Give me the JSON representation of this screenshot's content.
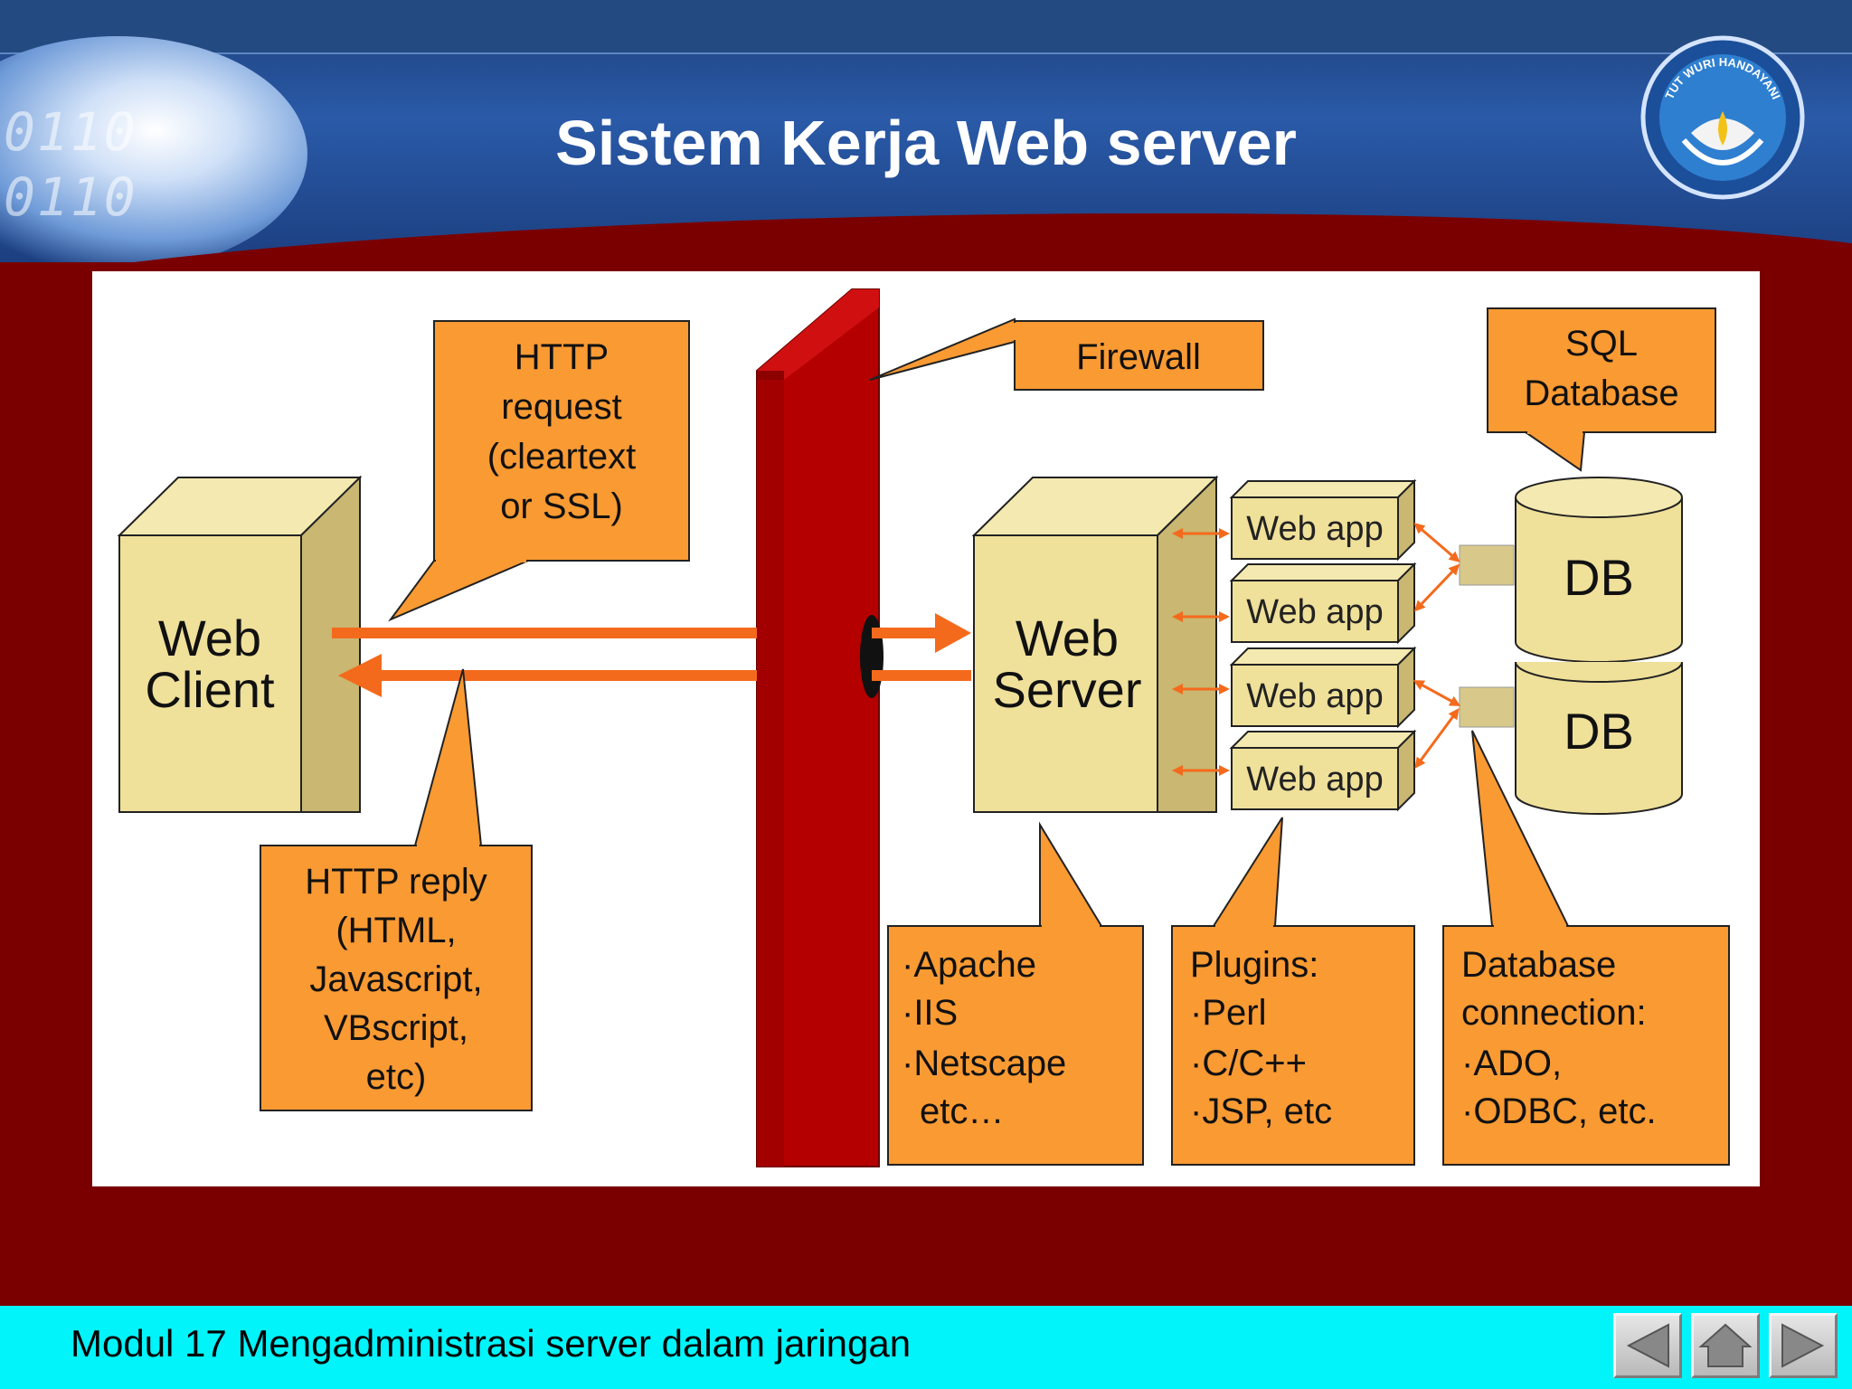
{
  "slide": {
    "title": "Sistem Kerja Web server",
    "footer": "Modul 17  Mengadministrasi server dalam jaringan"
  },
  "header": {
    "decor_bits": [
      "0110",
      "0110"
    ],
    "logo_text": "TUT WURI HANDAYANI"
  },
  "diagram": {
    "web_client": [
      "Web",
      "Client"
    ],
    "web_server": [
      "Web",
      "Server"
    ],
    "web_app": "Web app",
    "db": "DB",
    "firewall": "Firewall",
    "sql_db": [
      "SQL",
      "Database"
    ],
    "http_request": [
      "HTTP",
      "request",
      "(cleartext",
      "or SSL)"
    ],
    "http_reply": [
      "HTTP reply",
      "(HTML,",
      "Javascript,",
      "VBscript,",
      "etc)"
    ],
    "servers": [
      "·Apache",
      "·IIS",
      "·Netscape",
      "etc…"
    ],
    "plugins": [
      "Plugins:",
      "·Perl",
      "·C/C++",
      "·JSP, etc"
    ],
    "db_conn": [
      "Database",
      "connection:",
      "·ADO,",
      "·ODBC, etc."
    ]
  },
  "nav": {
    "prev": "previous-slide",
    "home": "home",
    "next": "next-slide"
  },
  "colors": {
    "background": "#7a0000",
    "box_face": "#efe09a",
    "callout": "#f99a33",
    "arrow": "#f46a1c",
    "firewall": "#b50000",
    "footer": "#00f4fa"
  }
}
